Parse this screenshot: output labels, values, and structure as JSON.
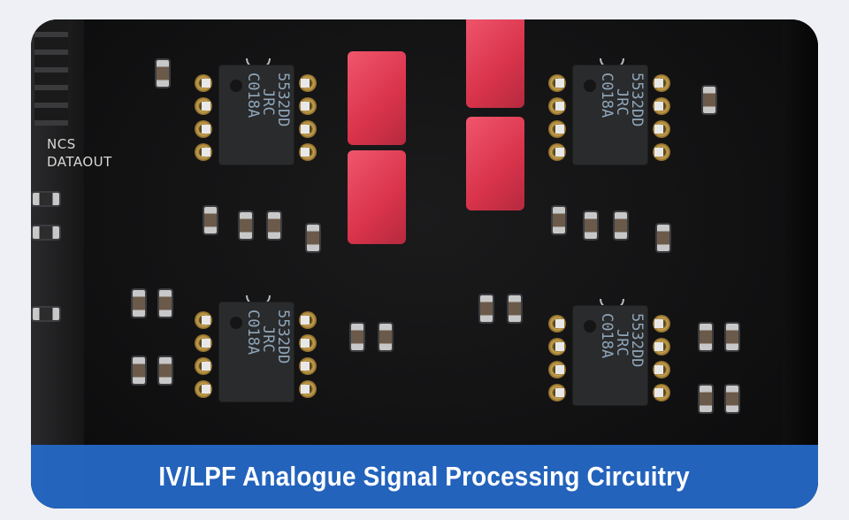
{
  "caption": "IV/LPF Analogue Signal Processing Circuitry",
  "silkscreen": {
    "ncs": "NCS",
    "dataout": "DATAOUT"
  },
  "chips": [
    {
      "line1": "5532DD",
      "line2": "JRC",
      "line3": "C018A"
    },
    {
      "line1": "5532DD",
      "line2": "JRC",
      "line3": "C018A"
    },
    {
      "line1": "5532DD",
      "line2": "JRC",
      "line3": "C018A"
    },
    {
      "line1": "5532DD",
      "line2": "JRC",
      "line3": "C018A"
    }
  ],
  "colors": {
    "banner": "#2568c6",
    "capacitor": "#e04058",
    "background": "#eef0f5"
  }
}
